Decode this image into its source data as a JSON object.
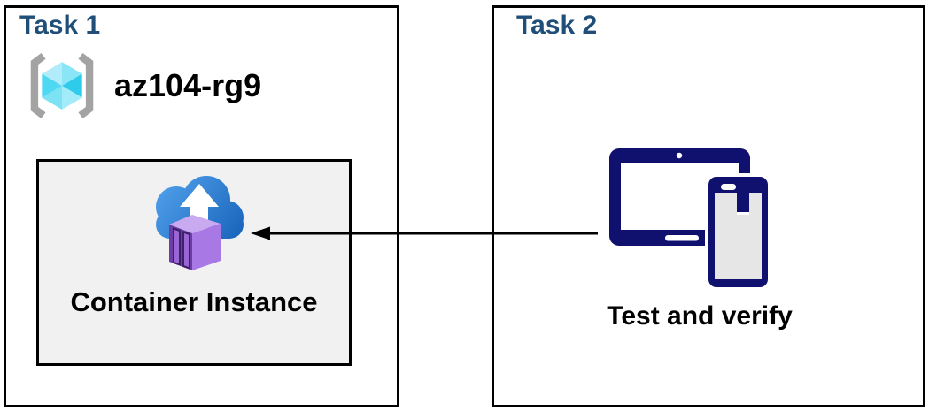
{
  "task1": {
    "title": "Task 1",
    "resource_group_name": "az104-rg9",
    "container_instance_label": "Container Instance"
  },
  "task2": {
    "title": "Task 2",
    "devices_label": "Test and verify"
  },
  "icons": {
    "resource_group_icon": "azure-resource-group brackets with cyan cube",
    "container_instance_icon": "blue cloud with white up arrow and purple container",
    "devices_icon": "navy tablet and smartphone",
    "arrow_icon": "black arrow pointing left from Task 2 devices to Container Instance"
  },
  "colors": {
    "header-blue": "#1f4e79",
    "text-black": "#000000",
    "border-black": "#000000",
    "card-gray": "#f1f1f1",
    "device-navy": "#10106e",
    "phone-screen-gray": "#e6e6e6",
    "bracket-gray": "#a3a3a3",
    "cube-cyan": "#4fd8f1",
    "cloud-blue-light": "#4f9fe9",
    "cloud-blue-dark": "#1b66bd",
    "container-purple-top": "#c9a9f0",
    "container-purple-side": "#a878e4",
    "container-purple-front": "#6b3da5"
  }
}
